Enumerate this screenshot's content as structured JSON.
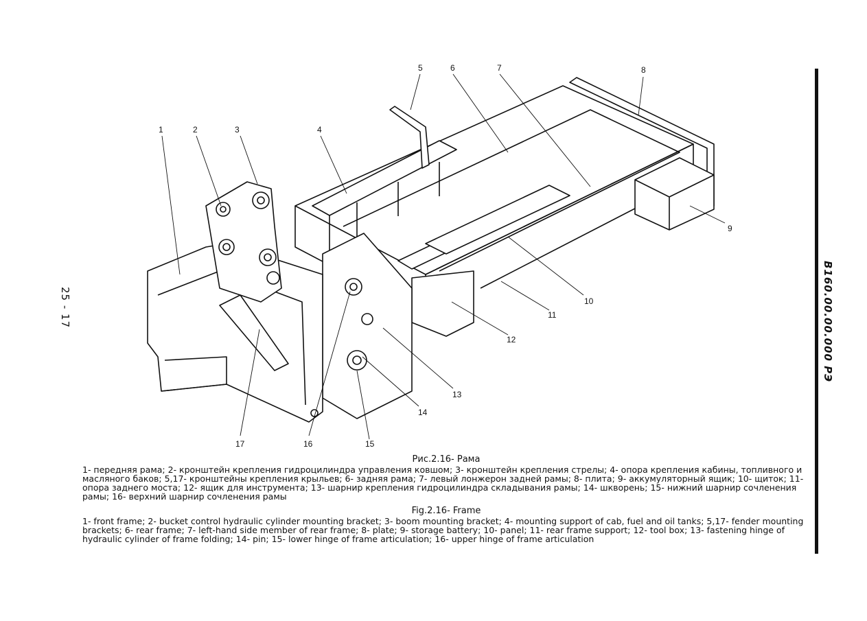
{
  "document": {
    "code": "В160.00.00.000 РЭ",
    "page_number": "25 - 17"
  },
  "figure": {
    "callouts": [
      "1",
      "2",
      "3",
      "4",
      "5",
      "6",
      "7",
      "8",
      "9",
      "10",
      "11",
      "12",
      "13",
      "14",
      "15",
      "16",
      "17"
    ],
    "caption_ru": {
      "title": "Рис.2.16- Рама",
      "text": "1- передняя рама; 2- кронштейн крепления гидроцилиндра управления ковшом; 3- кронштейн крепления стрелы; 4- опора крепления кабины, топливного и масляного баков; 5,17- кронштейны крепления крыльев; 6- задняя рама; 7- левый лонжерон задней рамы; 8- плита; 9- аккумуляторный ящик; 10- щиток; 11- опора заднего моста; 12- ящик для инструмента; 13- шарнир крепления гидроцилиндра складывания рамы; 14- шкворень; 15- нижний шарнир сочленения рамы; 16- верхний шарнир сочленения рамы"
    },
    "caption_en": {
      "title": "Fig.2.16- Frame",
      "text": "1- front frame; 2- bucket control hydraulic cylinder mounting bracket; 3- boom mounting bracket; 4- mounting support of cab, fuel and oil tanks; 5,17- fender mounting brackets; 6- rear frame; 7- left-hand side member of rear frame; 8- plate; 9- storage battery; 10- panel; 11- rear frame support; 12- tool box; 13- fastening hinge of hydraulic cylinder of frame folding; 14- pin; 15- lower hinge of frame articulation; 16- upper hinge of frame articulation"
    }
  }
}
